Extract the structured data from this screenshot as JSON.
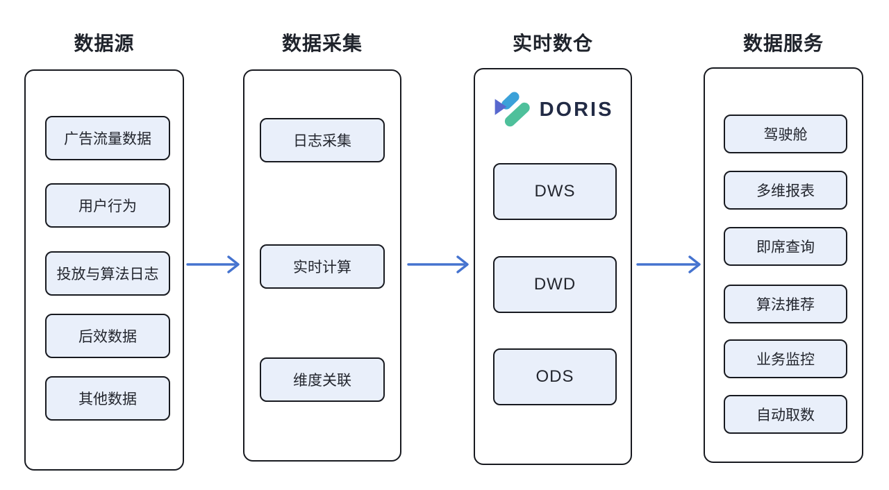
{
  "diagram": {
    "background_color": "#FFFFFF",
    "node_fill_color": "#E9EFFA",
    "node_border_color": "#17191F",
    "arrow_color": "#4573CF",
    "title_color": "#1F232B",
    "doris_brand_colors": {
      "blue": "#3BA1D9",
      "green": "#4EC09B",
      "purple": "#5868CE",
      "text": "#222B45"
    },
    "columns": [
      {
        "title": "数据源",
        "items": [
          "广告流量数据",
          "用户行为",
          "投放与算法日志",
          "后效数据",
          "其他数据"
        ]
      },
      {
        "title": "数据采集",
        "items": [
          "日志采集",
          "实时计算",
          "维度关联"
        ]
      },
      {
        "title": "实时数仓",
        "logo_text": "DORIS",
        "items": [
          "DWS",
          "DWD",
          "ODS"
        ]
      },
      {
        "title": "数据服务",
        "items": [
          "驾驶舱",
          "多维报表",
          "即席查询",
          "算法推荐",
          "业务监控",
          "自动取数"
        ]
      }
    ]
  }
}
